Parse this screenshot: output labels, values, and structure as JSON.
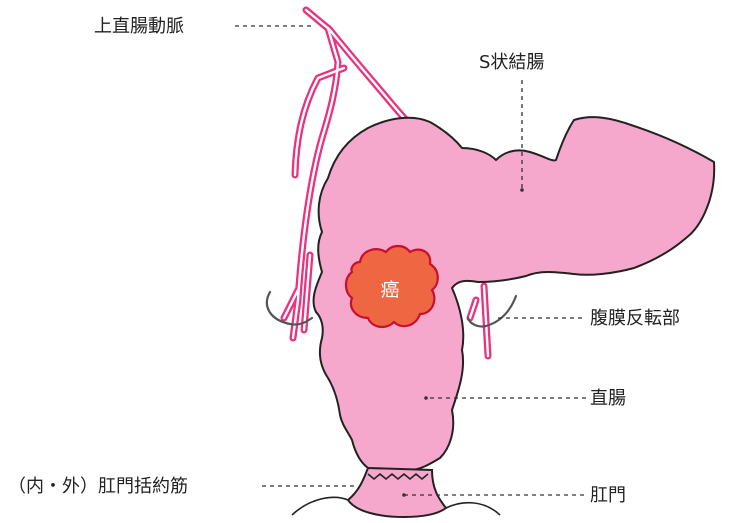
{
  "labels": {
    "superior_rectal_artery": "上直腸動脈",
    "sigmoid_colon": "S状結腸",
    "tumor": "癌",
    "peritoneal_reflection": "腹膜反転部",
    "rectum": "直腸",
    "sphincter": "（内・外）肛門括約筋",
    "anus": "肛門"
  },
  "colors": {
    "intestine": "#f5a8cc",
    "outline": "#222222",
    "artery": "#e8337f",
    "tumor": "#ef6643",
    "tumor_border": "#c8102e"
  }
}
